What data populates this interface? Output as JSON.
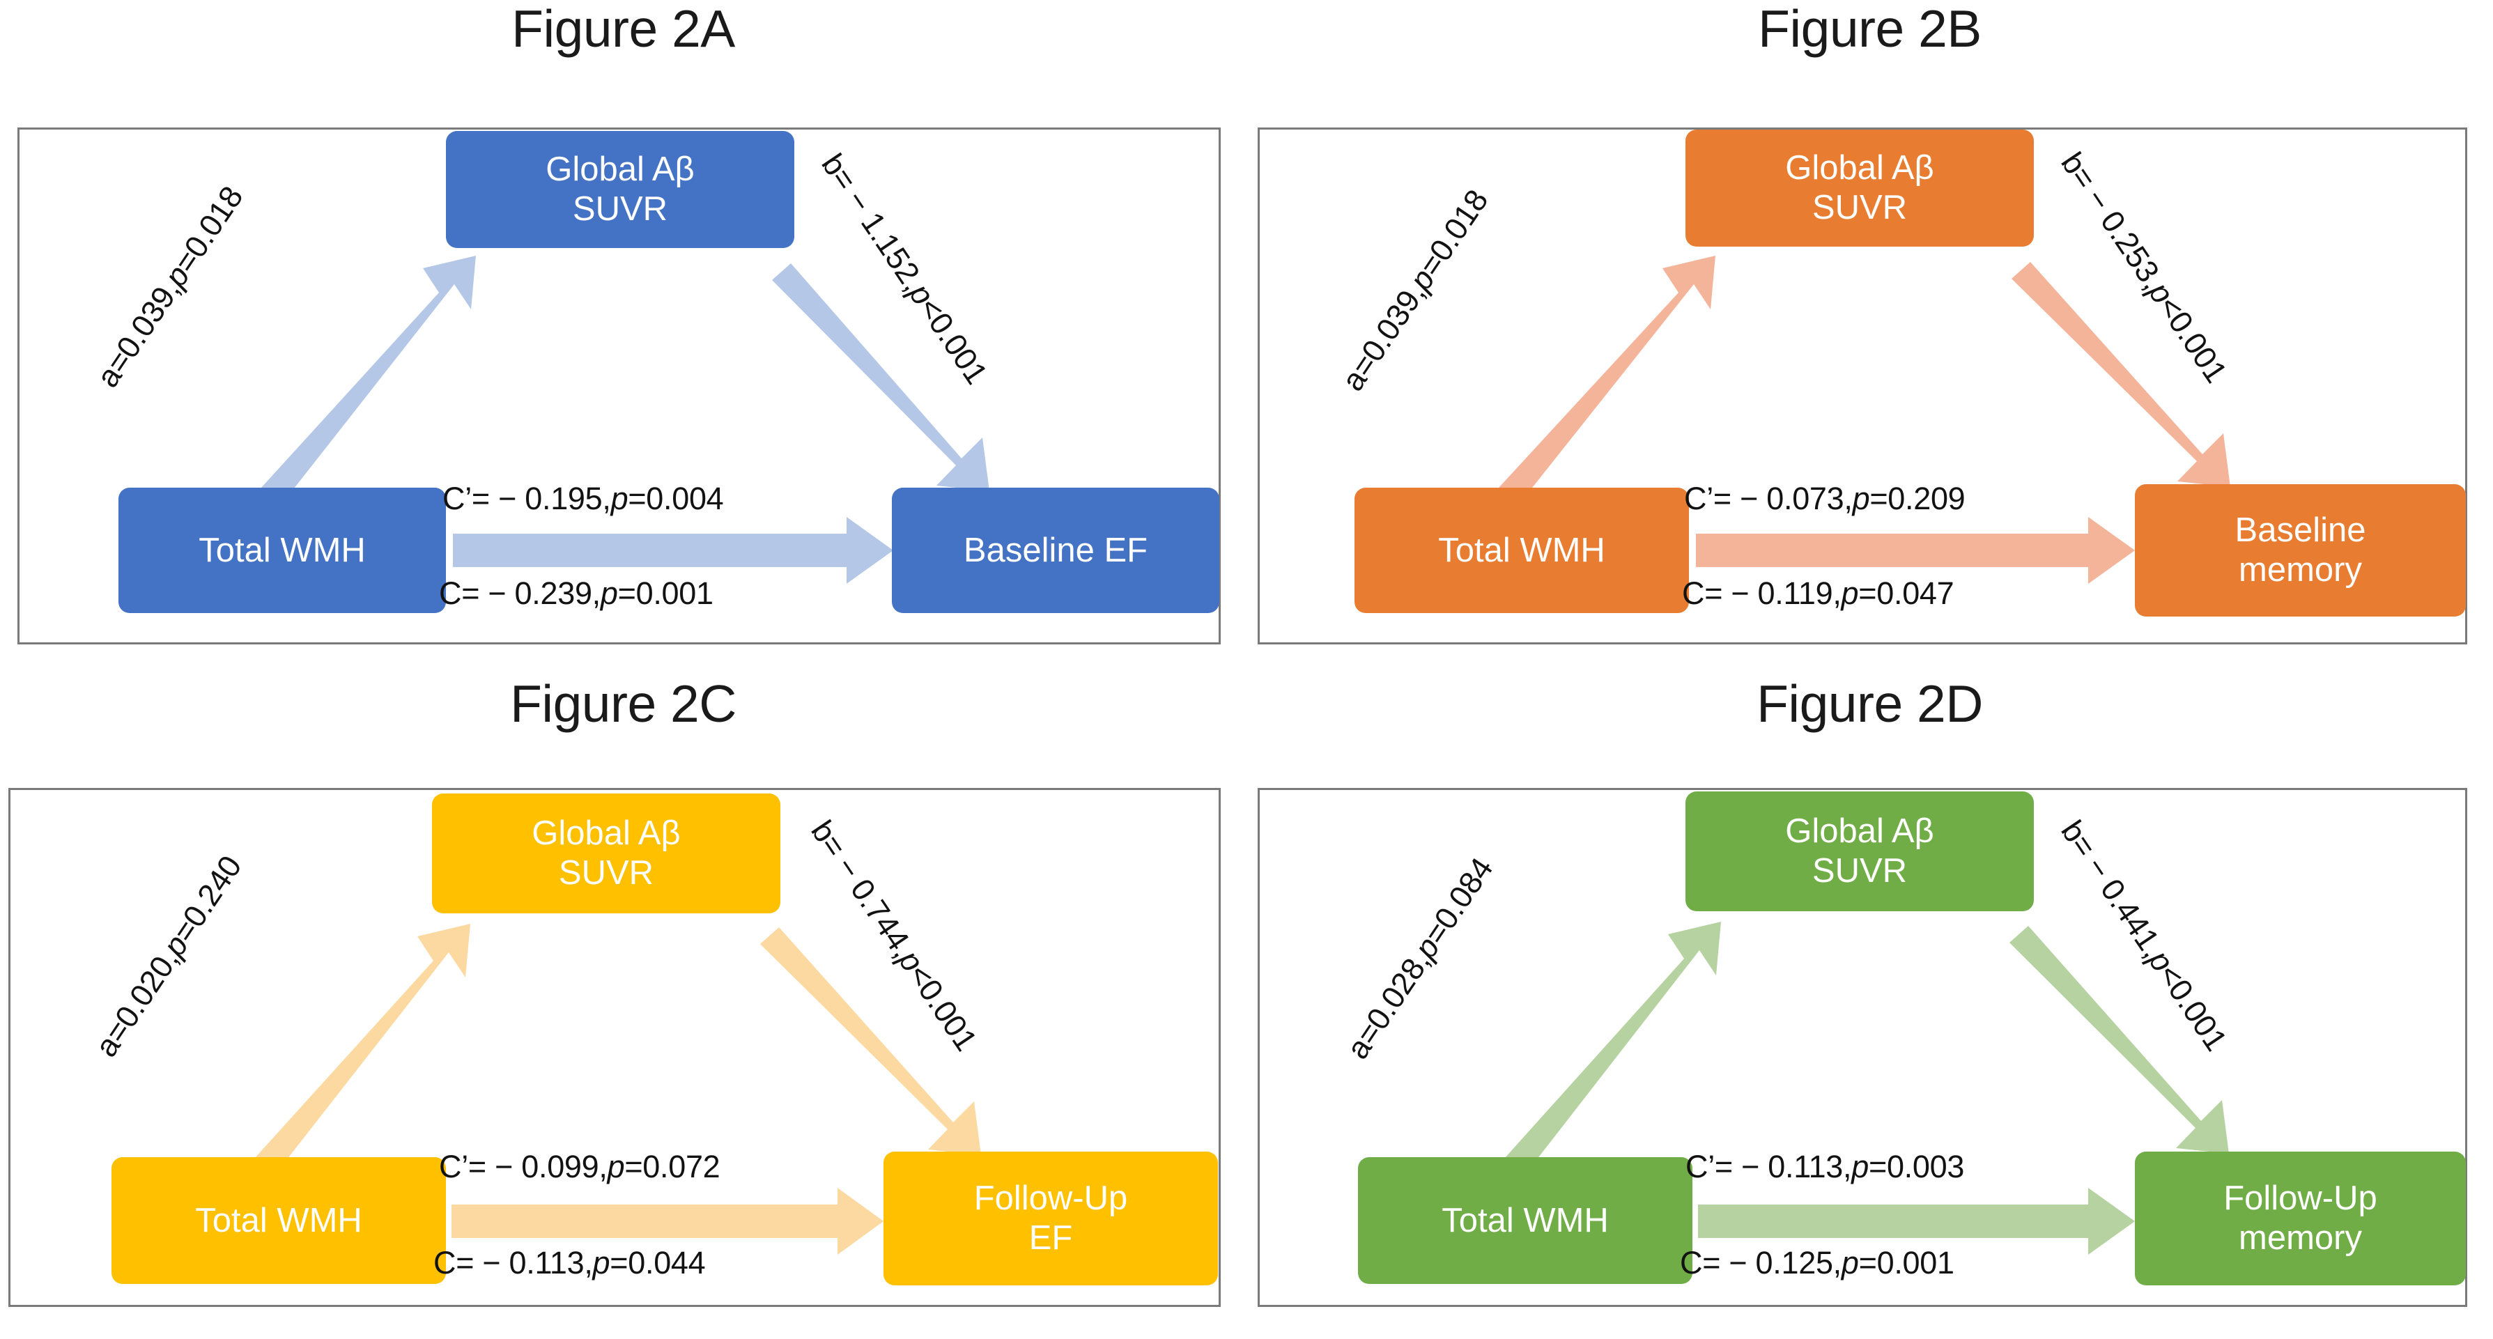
{
  "figure": {
    "palette": {
      "blue_node": "#4472C4",
      "blue_arrow": "#B4C7E7",
      "orange_node": "#E87D32",
      "orange_arrow": "#F4B49A",
      "yellow_node": "#FFC000",
      "yellow_arrow": "#FBD9A0",
      "green_node": "#70AD47",
      "green_arrow": "#B5D2A0",
      "panel_border": "#7a7a7a",
      "title_color": "#1a1a1a",
      "label_color": "#121212",
      "page_background": "#ffffff"
    },
    "panels": [
      {
        "id": "2A",
        "title": "Figure 2A",
        "node_color": "#4472C4",
        "arrow_color": "#B4C7E7",
        "nodes": {
          "mediator": "Global Aβ\nSUVR",
          "mediator_line1": "Global Aβ",
          "mediator_line2": "SUVR",
          "predictor": "Total WMH",
          "outcome": "Baseline EF",
          "outcome_line1": "Baseline EF",
          "outcome_line2": ""
        },
        "paths": {
          "a_path": "a=0.039,p=0.018",
          "a_path_pre": "a=0.039,",
          "a_path_italic": "p",
          "a_path_post": "=0.018",
          "b_path_pre": "b= − 1.152,",
          "b_path_italic": "p",
          "b_path_post": "<0.001",
          "c_prime_pre": "C’= − 0.195,",
          "c_prime_italic": "p",
          "c_prime_post": "=0.004",
          "c_total_pre": "C= − 0.239,",
          "c_total_italic": "p",
          "c_total_post": "=0.001"
        }
      },
      {
        "id": "2B",
        "title": "Figure 2B",
        "node_color": "#E87D32",
        "arrow_color": "#F4B49A",
        "nodes": {
          "mediator_line1": "Global Aβ",
          "mediator_line2": "SUVR",
          "predictor": "Total WMH",
          "outcome_line1": "Baseline",
          "outcome_line2": "memory"
        },
        "paths": {
          "a_path_pre": "a=0.039,",
          "a_path_italic": "p",
          "a_path_post": "=0.018",
          "b_path_pre": "b= − 0.253,",
          "b_path_italic": "p",
          "b_path_post": "<0.001",
          "c_prime_pre": "C’= − 0.073,",
          "c_prime_italic": "p",
          "c_prime_post": "=0.209",
          "c_total_pre": "C= − 0.119,",
          "c_total_italic": "p",
          "c_total_post": "=0.047"
        }
      },
      {
        "id": "2C",
        "title": "Figure 2C",
        "node_color": "#FFC000",
        "arrow_color": "#FBD9A0",
        "nodes": {
          "mediator_line1": "Global Aβ",
          "mediator_line2": "SUVR",
          "predictor": "Total WMH",
          "outcome_line1": "Follow-Up",
          "outcome_line2": "EF"
        },
        "paths": {
          "a_path_pre": "a=0.020,",
          "a_path_italic": "p",
          "a_path_post": "=0.240",
          "b_path_pre": "b= − 0.744,",
          "b_path_italic": "p",
          "b_path_post": "<0.001",
          "c_prime_pre": "C’= − 0.099,",
          "c_prime_italic": "p",
          "c_prime_post": "=0.072",
          "c_total_pre": "C= − 0.113,",
          "c_total_italic": "p",
          "c_total_post": "=0.044"
        }
      },
      {
        "id": "2D",
        "title": "Figure 2D",
        "node_color": "#70AD47",
        "arrow_color": "#B5D2A0",
        "nodes": {
          "mediator_line1": "Global Aβ",
          "mediator_line2": "SUVR",
          "predictor": "Total WMH",
          "outcome_line1": "Follow-Up",
          "outcome_line2": "memory"
        },
        "paths": {
          "a_path_pre": "a=0.028,",
          "a_path_italic": "p",
          "a_path_post": "=0.084",
          "b_path_pre": "b= − 0.441,",
          "b_path_italic": "p",
          "b_path_post": "<0.001",
          "c_prime_pre": "C’= − 0.113,",
          "c_prime_italic": "p",
          "c_prime_post": "=0.003",
          "c_total_pre": "C= − 0.125,",
          "c_total_italic": "p",
          "c_total_post": "=0.001"
        }
      }
    ]
  },
  "chart_data": {
    "type": "diagram",
    "subtype": "mediation-path-diagram",
    "title": "Figure 2 — Mediation models of total WMH, Global Aβ SUVR and cognition",
    "panels": [
      {
        "panel": "2A",
        "predictor": "Total WMH",
        "mediator": "Global Aβ SUVR",
        "outcome": "Baseline EF",
        "color": "#4472C4",
        "a": {
          "coefficient": 0.039,
          "p": 0.018,
          "label": "a=0.039,p=0.018"
        },
        "b": {
          "coefficient": -1.152,
          "p": "<0.001",
          "label": "b= − 1.152,p<0.001"
        },
        "c_prime": {
          "coefficient": -0.195,
          "p": 0.004,
          "label": "C’= − 0.195,p=0.004"
        },
        "c": {
          "coefficient": -0.239,
          "p": 0.001,
          "label": "C= − 0.239,p=0.001"
        }
      },
      {
        "panel": "2B",
        "predictor": "Total WMH",
        "mediator": "Global Aβ SUVR",
        "outcome": "Baseline memory",
        "color": "#E87D32",
        "a": {
          "coefficient": 0.039,
          "p": 0.018,
          "label": "a=0.039,p=0.018"
        },
        "b": {
          "coefficient": -0.253,
          "p": "<0.001",
          "label": "b= − 0.253,p<0.001"
        },
        "c_prime": {
          "coefficient": -0.073,
          "p": 0.209,
          "label": "C’= − 0.073,p=0.209"
        },
        "c": {
          "coefficient": -0.119,
          "p": 0.047,
          "label": "C= − 0.119,p=0.047"
        }
      },
      {
        "panel": "2C",
        "predictor": "Total WMH",
        "mediator": "Global Aβ SUVR",
        "outcome": "Follow-Up EF",
        "color": "#FFC000",
        "a": {
          "coefficient": 0.02,
          "p": 0.24,
          "label": "a=0.020,p=0.240"
        },
        "b": {
          "coefficient": -0.744,
          "p": "<0.001",
          "label": "b= − 0.744,p<0.001"
        },
        "c_prime": {
          "coefficient": -0.099,
          "p": 0.072,
          "label": "C’= − 0.099,p=0.072"
        },
        "c": {
          "coefficient": -0.113,
          "p": 0.044,
          "label": "C= − 0.113,p=0.044"
        }
      },
      {
        "panel": "2D",
        "predictor": "Total WMH",
        "mediator": "Global Aβ SUVR",
        "outcome": "Follow-Up memory",
        "color": "#70AD47",
        "a": {
          "coefficient": 0.028,
          "p": 0.084,
          "label": "a=0.028,p=0.084"
        },
        "b": {
          "coefficient": -0.441,
          "p": "<0.001",
          "label": "b= − 0.441,p<0.001"
        },
        "c_prime": {
          "coefficient": -0.113,
          "p": 0.003,
          "label": "C’= − 0.113,p=0.003"
        },
        "c": {
          "coefficient": -0.125,
          "p": 0.001,
          "label": "C= − 0.125,p=0.001"
        }
      }
    ]
  }
}
